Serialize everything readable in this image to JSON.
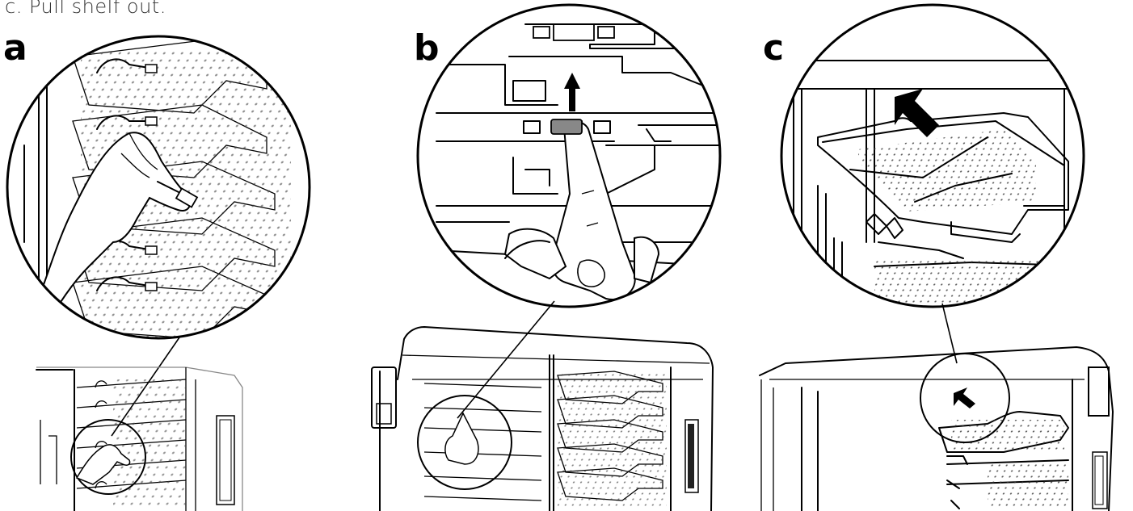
{
  "instruction": {
    "caption": "c. Pull shelf out."
  },
  "panels": [
    {
      "letter": "a"
    },
    {
      "letter": "b"
    },
    {
      "letter": "c"
    }
  ],
  "icons": {
    "arrow": "arrow-icon",
    "hand": "hand-icon"
  }
}
